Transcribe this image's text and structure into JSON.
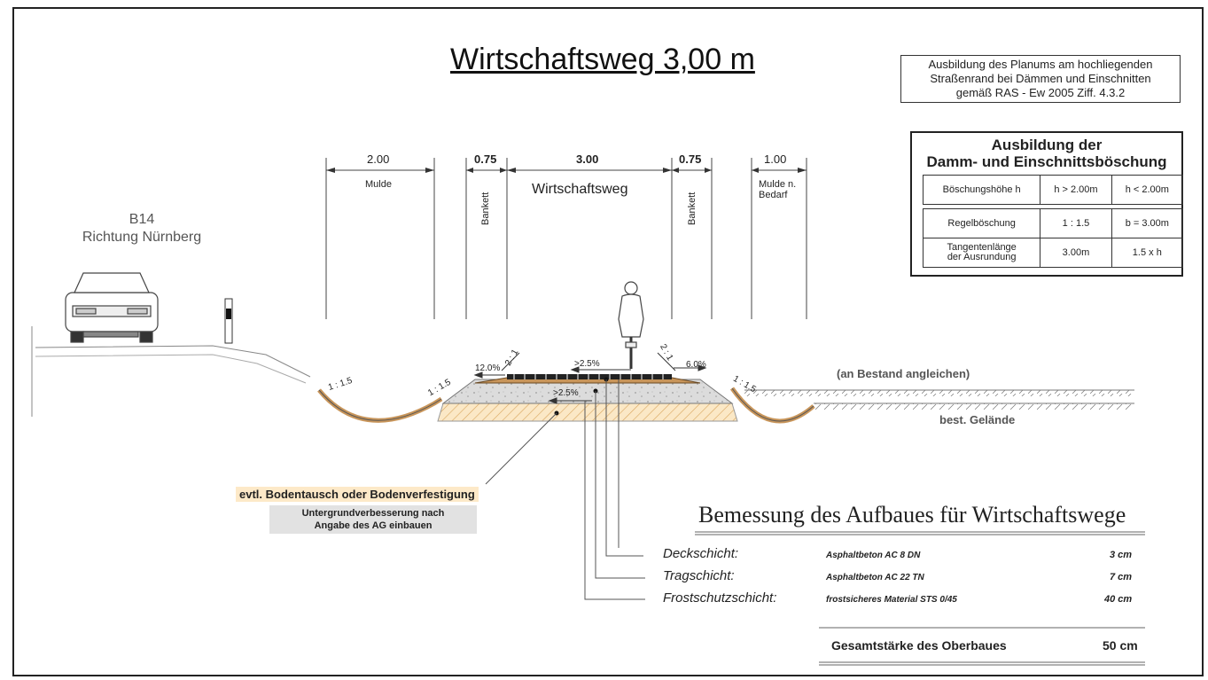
{
  "title": "Wirtschaftsweg 3,00 m",
  "ras_note": [
    "Ausbildung des Planums am hochliegenden",
    "Straßenrand bei Dämmen und Einschnitten",
    "gemäß RAS - Ew 2005 Ziff. 4.3.2"
  ],
  "table": {
    "heading_line1": "Ausbildung der",
    "heading_line2": "Damm- und Einschnittsböschung",
    "rows": [
      {
        "label": "Böschungshöhe h",
        "a": "h > 2.00m",
        "b": "h < 2.00m"
      },
      {
        "label": "Regelböschung",
        "a": "1 : 1.5",
        "b": "b = 3.00m"
      },
      {
        "label_line1": "Tangentenlänge",
        "label_line2": "der Ausrundung",
        "a": "3.00m",
        "b": "1.5 x h"
      }
    ]
  },
  "dimensions": {
    "mulde_width": "2.00",
    "mulde_label": "Mulde",
    "bankett_left_width": "0.75",
    "bankett_label": "Bankett",
    "weg_width": "3.00",
    "weg_label": "Wirtschaftsweg",
    "bankett_right_width": "0.75",
    "mulde_bedarf_width": "1.00",
    "mulde_bedarf_line1": "Mulde n.",
    "mulde_bedarf_line2": "Bedarf"
  },
  "location": {
    "line1": "B14",
    "line2": "Richtung Nürnberg"
  },
  "slopes": {
    "left_outer": "1 : 1.5",
    "left_inner": "1 : 1.5",
    "right_outer": "1 : 1.5",
    "bank_left": "2 : 1",
    "bank_right": "2 : 1",
    "cross_left": "12.0%",
    "cross_right": "6.0%",
    "surface": ">2.5%",
    "subgrade": ">2.5%"
  },
  "annotations": {
    "bestand": "(an Bestand angleichen)",
    "gelaende": "best. Gelände",
    "bodentausch": "evtl. Bodentausch oder Bodenverfestigung",
    "untergrund_line1": "Untergrundverbesserung nach",
    "untergrund_line2": "Angabe des AG einbauen"
  },
  "bemessung": {
    "heading": "Bemessung des Aufbaues für Wirtschaftswege",
    "layers": [
      {
        "name": "Deckschicht:",
        "material": "Asphaltbeton AC 8 DN",
        "thickness": "3 cm"
      },
      {
        "name": "Tragschicht:",
        "material": "Asphaltbeton AC 22 TN",
        "thickness": "7 cm"
      },
      {
        "name": "Frostschutzschicht:",
        "material": "frostsicheres Material STS 0/45",
        "thickness": "40 cm"
      }
    ],
    "total_label": "Gesamtstärke des Oberbaues",
    "total_value": "50 cm"
  },
  "colors": {
    "sand": "#c8955a",
    "gravel": "#d6d6d6",
    "hatch": "#e8c58a",
    "highlight": "#fde9c8"
  }
}
